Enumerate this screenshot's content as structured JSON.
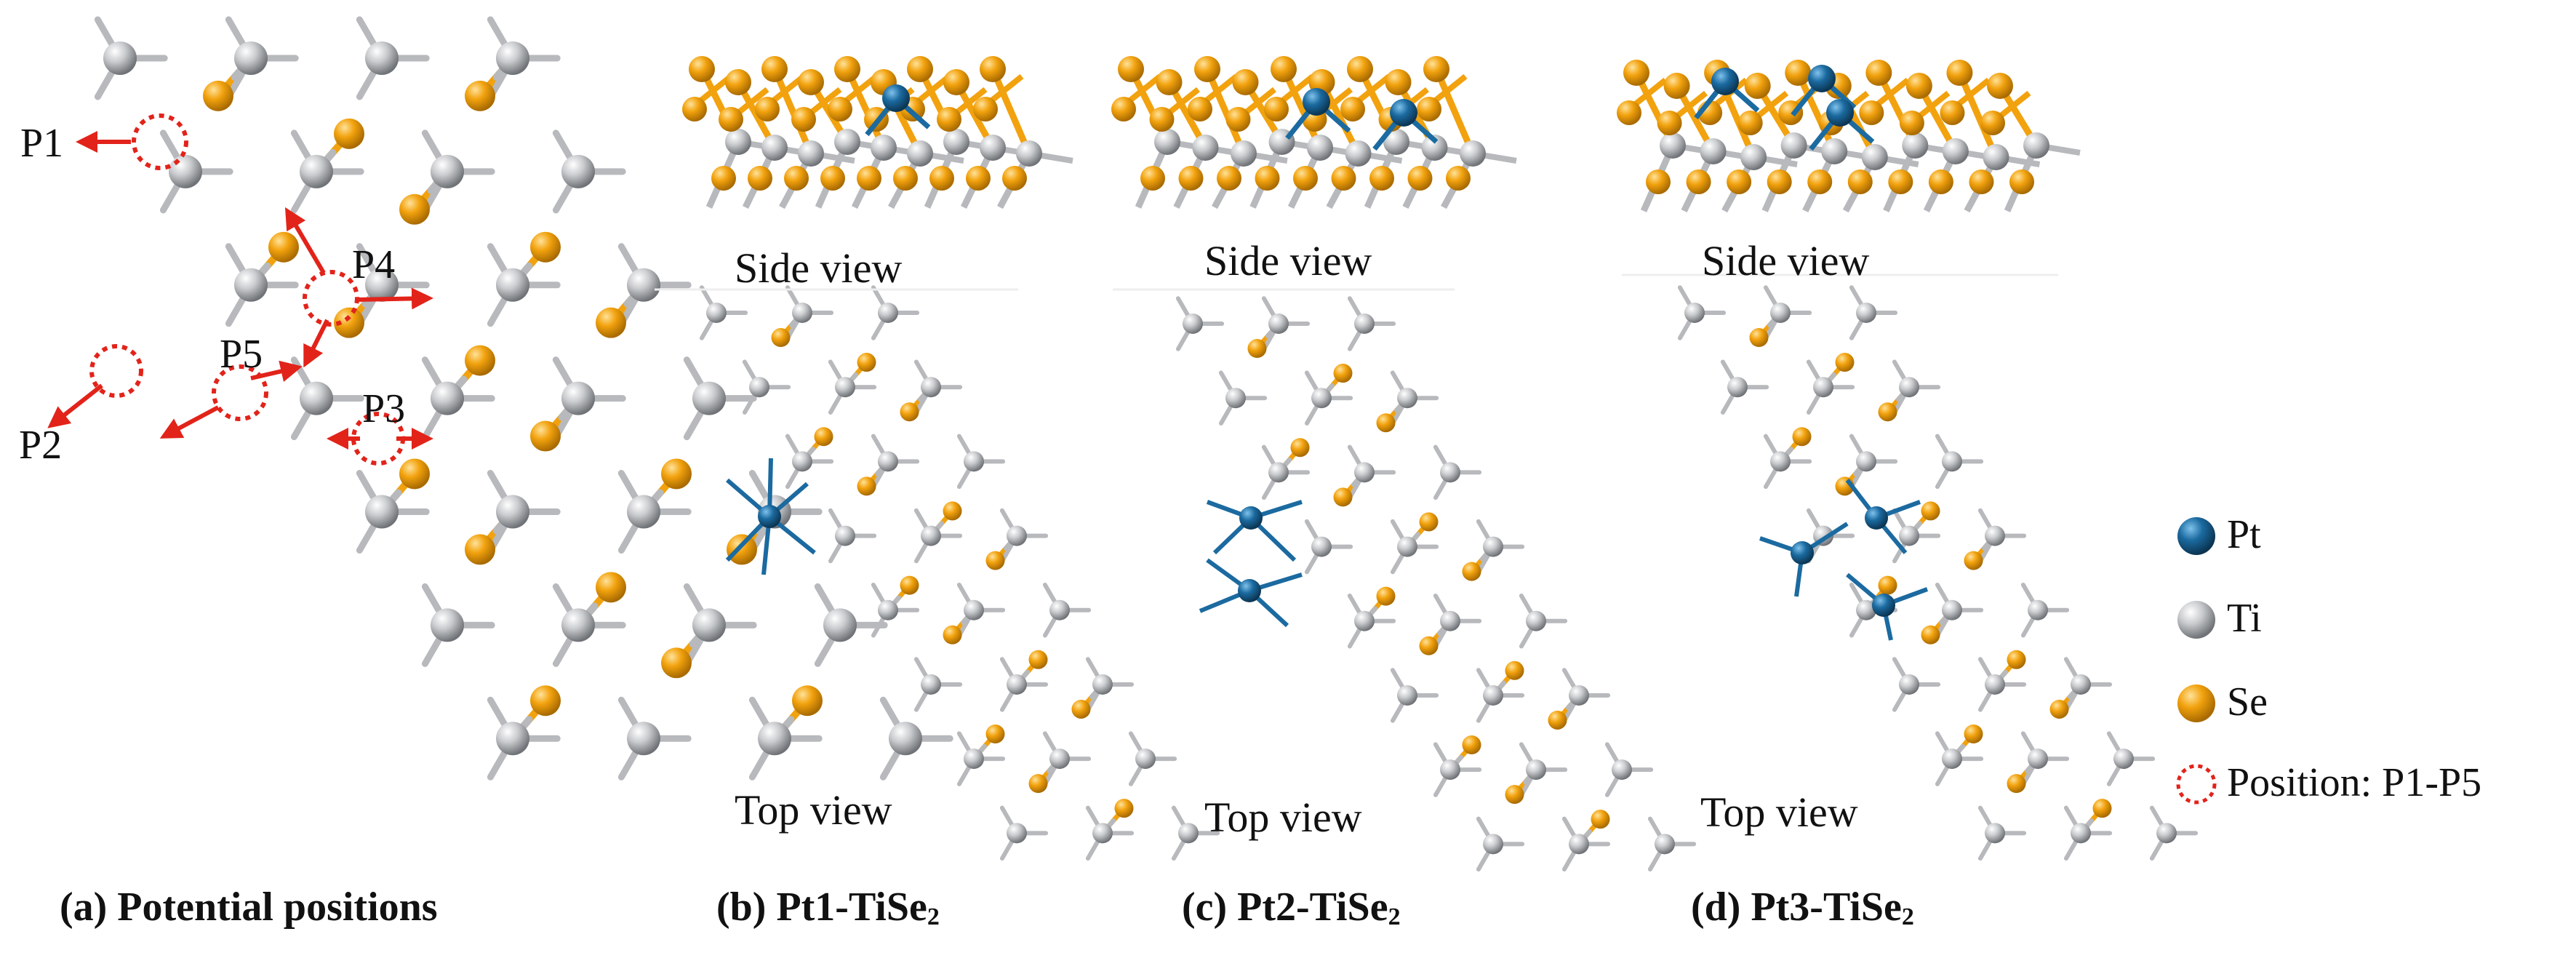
{
  "panels": {
    "a": {
      "caption": "(a) Potential positions",
      "positions": [
        "P1",
        "P2",
        "P3",
        "P4",
        "P5"
      ]
    },
    "b": {
      "caption_main": "(b) Pt1-TiSe",
      "caption_sub": "2",
      "side_label": "Side view",
      "top_label": "Top view"
    },
    "c": {
      "caption_main": "(c) Pt2-TiSe",
      "caption_sub": "2",
      "side_label": "Side view",
      "top_label": "Top view"
    },
    "d": {
      "caption_main": "(d) Pt3-TiSe",
      "caption_sub": "2",
      "side_label": "Side view",
      "top_label": "Top view"
    }
  },
  "legend": {
    "items": [
      {
        "label": "Pt",
        "kind": "atom",
        "color": "#1b6aa0",
        "icon": "pt-atom-icon"
      },
      {
        "label": "Ti",
        "kind": "atom",
        "color": "#b7b9bd",
        "icon": "ti-atom-icon"
      },
      {
        "label": "Se",
        "kind": "atom",
        "color": "#f2a20e",
        "icon": "se-atom-icon"
      },
      {
        "label": "Position: P1-P5",
        "kind": "ring",
        "color": "#e2231a",
        "icon": "position-ring-icon"
      }
    ]
  },
  "colors": {
    "pt": "#1b6aa0",
    "ti": "#b7b9bd",
    "se": "#f2a20e",
    "marker": "#e2231a"
  }
}
